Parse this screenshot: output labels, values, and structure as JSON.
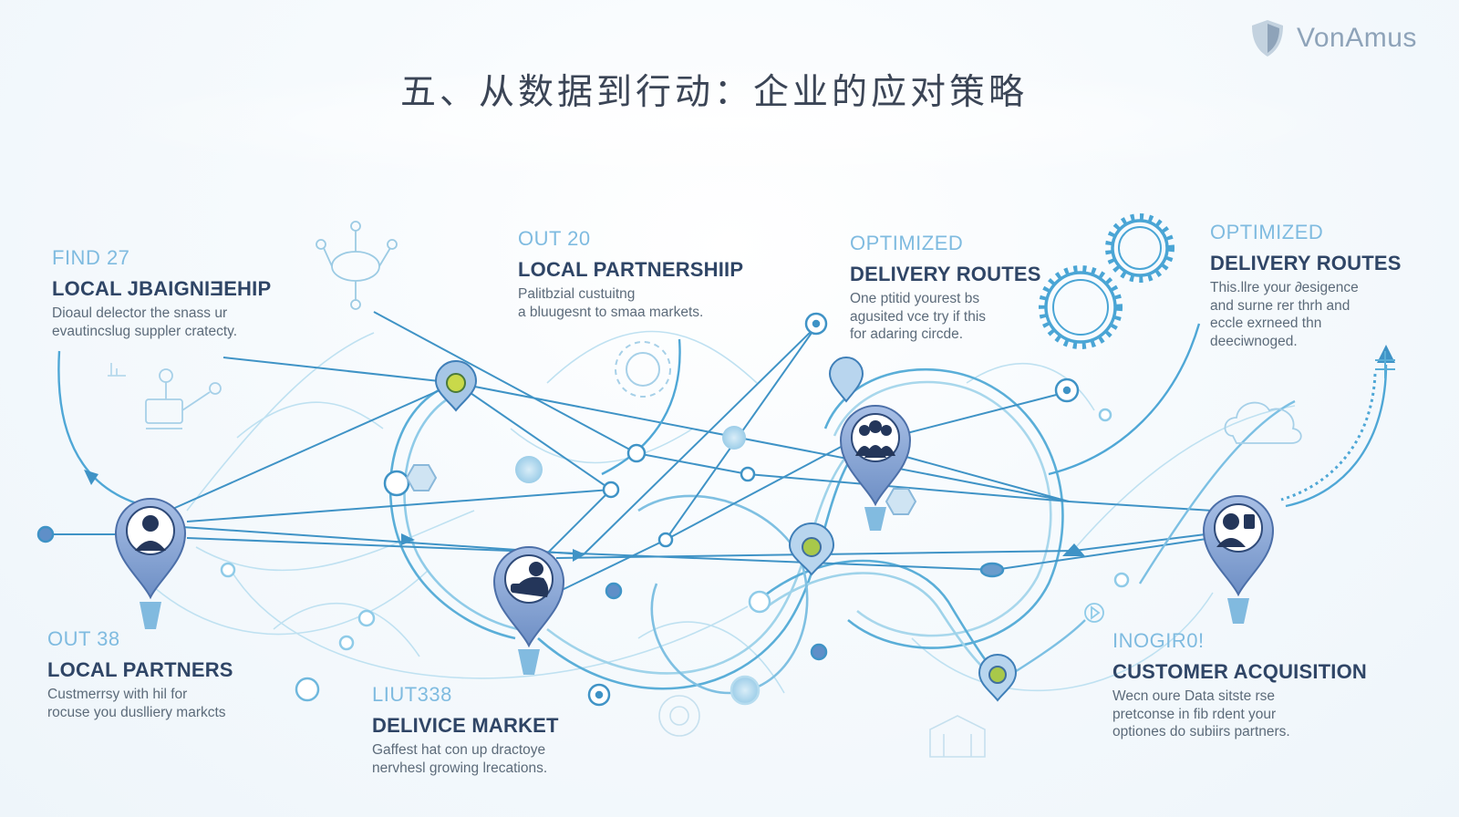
{
  "brand": {
    "name": "VonAmus",
    "logo_icon": "shield-icon"
  },
  "title": "五、从数据到行动：企业的应对策略",
  "blocks": [
    {
      "kicker": "FIND 27",
      "heading": "LOCAL JBAIGNIƎEHIP",
      "lines": [
        "Dioaul delector the snass ur",
        "evautincslug suppler cratecty."
      ]
    },
    {
      "kicker": "OUT 20",
      "heading": "LOCAL PARTNERSHIIP",
      "lines": [
        "Palitbzial custuitng",
        "a bluugesnt to smaa markets."
      ]
    },
    {
      "kicker": "OPTIMIZED",
      "heading": "DELIVERY ROUTES",
      "lines": [
        "One ptitid yourest bs",
        "agusited vce try if this",
        "for adaring circde."
      ]
    },
    {
      "kicker": "OPTIMIZED",
      "heading": "DELIVERY ROUTES",
      "lines": [
        "This.llre your ∂esigence",
        "and surne rer thrh and",
        "eccle exrneed thn",
        "deeciwnoged."
      ]
    },
    {
      "kicker": "OUT 38",
      "heading": "LOCAL PARTNERS",
      "lines": [
        "Custmerrsy with hil for",
        "rocuse you duslliery markcts"
      ]
    },
    {
      "kicker": "LIUT338",
      "heading": "DELIVICE MARKET",
      "lines": [
        "Gaffest hat con up dractoye",
        "nervhesl growing lrecations."
      ]
    },
    {
      "kicker": "INOGIR0!",
      "heading": "CUSTOMER ACQUISITION",
      "lines": [
        "Wecn oure Data sitste rse",
        "pretconse in fib rdent your",
        "optiones do subiirs partners."
      ]
    }
  ],
  "pins": [
    {
      "icon": "person-icon"
    },
    {
      "icon": "handshake-icon"
    },
    {
      "icon": "group-icon"
    },
    {
      "icon": "customer-icon"
    }
  ],
  "colors": {
    "kicker": "#7fbbe0",
    "heading": "#2f4566",
    "body": "#5c6b7a",
    "title": "#3b4556",
    "network_line": "#4a9fcf",
    "pin_fill": "#8ea9d6",
    "pin_stroke": "#5a7db8",
    "background": "#f5f9fc"
  }
}
